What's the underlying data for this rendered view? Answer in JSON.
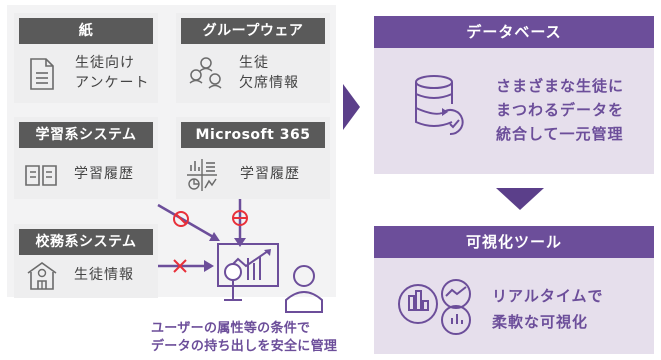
{
  "sources": {
    "paper": {
      "title": "紙",
      "line1": "生徒向け",
      "line2": "アンケート"
    },
    "groupware": {
      "title": "グループウェア",
      "line1": "生徒",
      "line2": "欠席情報"
    },
    "learning": {
      "title": "学習系システム",
      "text": "学習履歴"
    },
    "microsoft": {
      "title": "Microsoft 365",
      "text": "学習履歴"
    },
    "admin": {
      "title": "校務系システム",
      "text": "生徒情報"
    }
  },
  "database": {
    "title": "データベース",
    "line1": "さまざまな生徒に",
    "line2": "まつわるデータを",
    "line3": "統合して一元管理"
  },
  "visualization": {
    "title": "可視化ツール",
    "line1": "リアルタイムで",
    "line2": "柔軟な可視化"
  },
  "caption": {
    "line1": "ユーザーの属性等の条件で",
    "line2": "データの持ち出しを安全に管理"
  },
  "colors": {
    "purple": "#6c4e9a",
    "panel_bg": "#e6dfec",
    "card_bg": "#eeeeef",
    "card_header": "#5a5a5a",
    "icon_gray": "#6b6b6b",
    "red": "#e8303a",
    "arrow_purple": "#5b3f8a"
  }
}
